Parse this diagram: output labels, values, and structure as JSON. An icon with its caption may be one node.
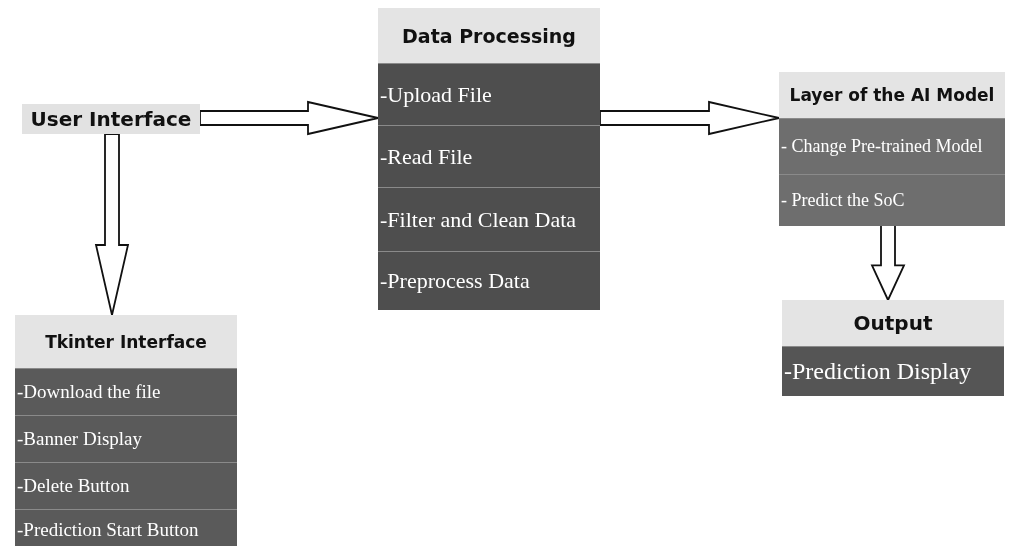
{
  "diagram": {
    "nodes": [
      {
        "text": [
          "User Interface"
        ]
      },
      {
        "text": [
          "Data Processing"
        ]
      },
      {
        "text": [
          "-Upload File"
        ],
        "in": 1
      },
      {
        "text": [
          "-Read File"
        ],
        "in": 1
      },
      {
        "text": [
          "-Filter and Clean Data"
        ],
        "in": 1
      },
      {
        "text": [
          "-Preprocess Data"
        ],
        "in": 1
      },
      {
        "text": [
          "Layer of the AI Model"
        ]
      },
      {
        "text": [
          "- Change Pre-trained Model"
        ],
        "in": 6
      },
      {
        "text": [
          "- Predict the SoC"
        ],
        "in": 6
      },
      {
        "text": [
          "Output"
        ]
      },
      {
        "text": [
          "-Prediction Display"
        ],
        "in": 9
      },
      {
        "text": [
          "Tkinter Interface"
        ]
      },
      {
        "text": [
          "-Download the file"
        ],
        "in": 11
      },
      {
        "text": [
          "-Banner Display"
        ],
        "in": 11
      },
      {
        "text": [
          "-Delete Button"
        ],
        "in": 11
      },
      {
        "text": [
          "-Prediction Start Button"
        ],
        "in": 11
      }
    ],
    "edges": [
      {
        "from": 0,
        "to": 1,
        "arrow": "to"
      },
      {
        "from": 1,
        "to": 6,
        "arrow": "to"
      },
      {
        "from": 6,
        "to": 9,
        "arrow": "to"
      },
      {
        "from": 0,
        "to": 11,
        "arrow": "to"
      }
    ]
  }
}
